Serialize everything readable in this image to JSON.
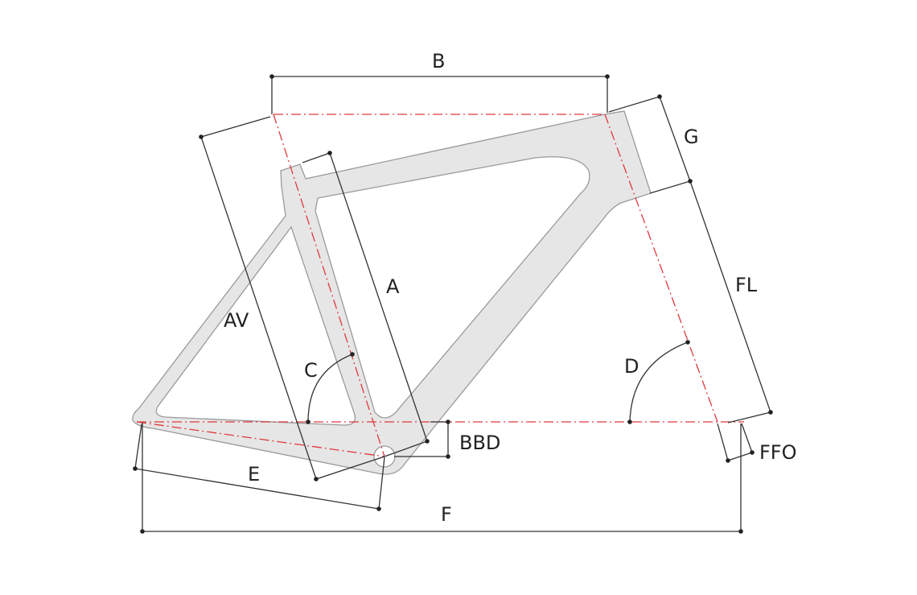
{
  "diagram": {
    "title_hidden": false,
    "labels": {
      "B": "B",
      "G": "G",
      "A": "A",
      "AV": "AV",
      "FL": "FL",
      "C": "C",
      "D": "D",
      "BBD": "BBD",
      "FFO": "FFO",
      "E": "E",
      "F": "F"
    },
    "colors": {
      "frame_fill": "#e6e6e6",
      "frame_stroke": "#9a9a9a",
      "axis_line": "#e0393e",
      "dimension_line": "#333333"
    }
  }
}
